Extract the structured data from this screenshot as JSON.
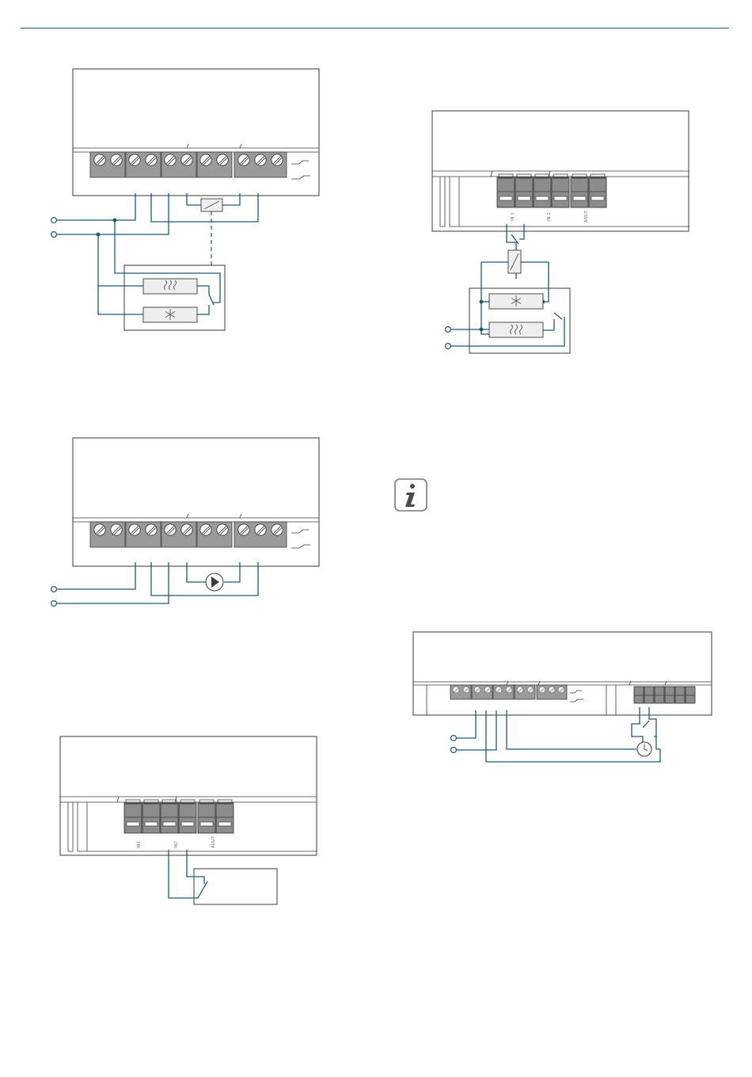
{
  "colors": {
    "wire": "#1d5a73",
    "outline": "#3a3a3a",
    "terminal": "#9a9a9a",
    "component": "#eeeeee",
    "rule": "#1d5a73"
  },
  "input_labels": {
    "in1": "IN1",
    "in2": "IN2",
    "aout": "AOUT",
    "in1_spaced": "IN 1",
    "in2_spaced": "IN 2"
  },
  "icons": {
    "info": "info-icon",
    "heat": "heating-icon",
    "cool": "cooling-snowflake-icon",
    "pump": "pump-icon",
    "clock": "timer-clock-icon",
    "relay": "relay-coil-icon",
    "switch": "switch-contact-icon"
  }
}
